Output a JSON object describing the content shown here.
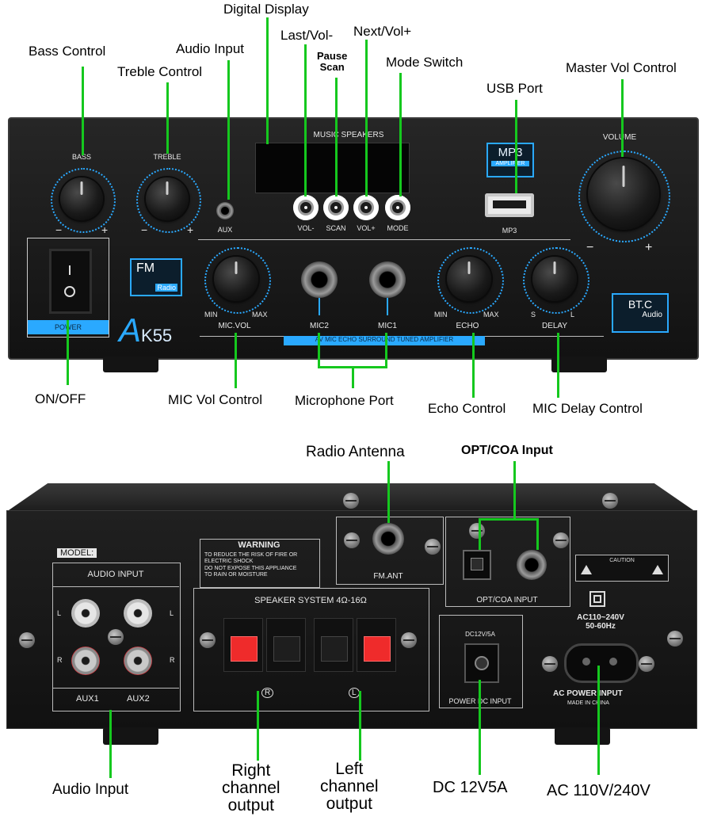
{
  "front": {
    "callouts": {
      "bass": "Bass Control",
      "treble": "Treble Control",
      "audio_input": "Audio Input",
      "display": "Digital Display",
      "last": "Last/Vol-",
      "pause": "Pause\nScan",
      "next": "Next/Vol+",
      "mode": "Mode Switch",
      "usb": "USB Port",
      "master": "Master Vol Control",
      "onoff": "ON/OFF",
      "mic_vol": "MIC Vol Control",
      "mic_port": "Microphone Port",
      "echo": "Echo Control",
      "delay": "MIC Delay Control"
    },
    "silk": {
      "bass": "BASS",
      "treble": "TREBLE",
      "aux": "AUX",
      "music_speakers": "MUSIC SPEAKERS",
      "vol_minus": "VOL-",
      "scan": "SCAN",
      "vol_plus": "VOL+",
      "mode": "MODE",
      "mp3_badge": "MP3",
      "amplifier": "AMPLIFIER",
      "mp3": "MP3",
      "volume": "VOLUME",
      "power": "POWER",
      "fm": "FM",
      "radio": "Radio",
      "min1": "MIN",
      "max1": "MAX",
      "mic_vol": "MIC.VOL",
      "mic2": "MIC2",
      "mic1": "MIC1",
      "min2": "MIN",
      "max2": "MAX",
      "echo": "ECHO",
      "s": "S",
      "l": "L",
      "delay": "DELAY",
      "btc": "BT.C",
      "audio": "Audio",
      "brand_a": "A",
      "brand_k": "K55",
      "strip": "AV MIC ECHO SURROUND TUNED AMPLIFIER",
      "minus": "−",
      "plus": "+"
    }
  },
  "rear": {
    "callouts": {
      "radio_antenna": "Radio Antenna",
      "opt_coa": "OPT/COA Input",
      "audio_input": "Audio Input",
      "right_ch": "Right\nchannel\noutput",
      "left_ch": "Left\nchannel\noutput",
      "dc": "DC 12V5A",
      "ac": "AC 110V/240V"
    },
    "silk": {
      "model": "MODEL:",
      "warning": "WARNING",
      "warning_text": "TO REDUCE THE RISK OF FIRE OR\nELECTRIC SHOCK\nDO NOT EXPOSE THIS APPLIANCE\nTO RAIN OR MOISTURE",
      "fm_ant": "FM.ANT",
      "opt_coa": "OPT/COA  INPUT",
      "audio_input": "AUDIO INPUT",
      "l1": "L",
      "l2": "L",
      "r1": "R",
      "r2": "R",
      "aux1": "AUX1",
      "aux2": "AUX2",
      "speaker_system": "SPEAKER SYSTEM 4Ω-16Ω",
      "dc_rating": "DC12V/5A",
      "power_dc": "POWER DC INPUT",
      "ac_rating": "AC110~240V\n50-60Hz",
      "ac_power": "AC POWER INPUT",
      "made_in": "MADE IN CHINA",
      "caution": "CAUTION",
      "r_mark": "R",
      "l_mark": "L"
    }
  },
  "colors": {
    "leader": "#15c81e",
    "panel": "#1b1b1b",
    "accent_blue": "#2aa9ff",
    "speaker_red": "#ef2b2b"
  }
}
